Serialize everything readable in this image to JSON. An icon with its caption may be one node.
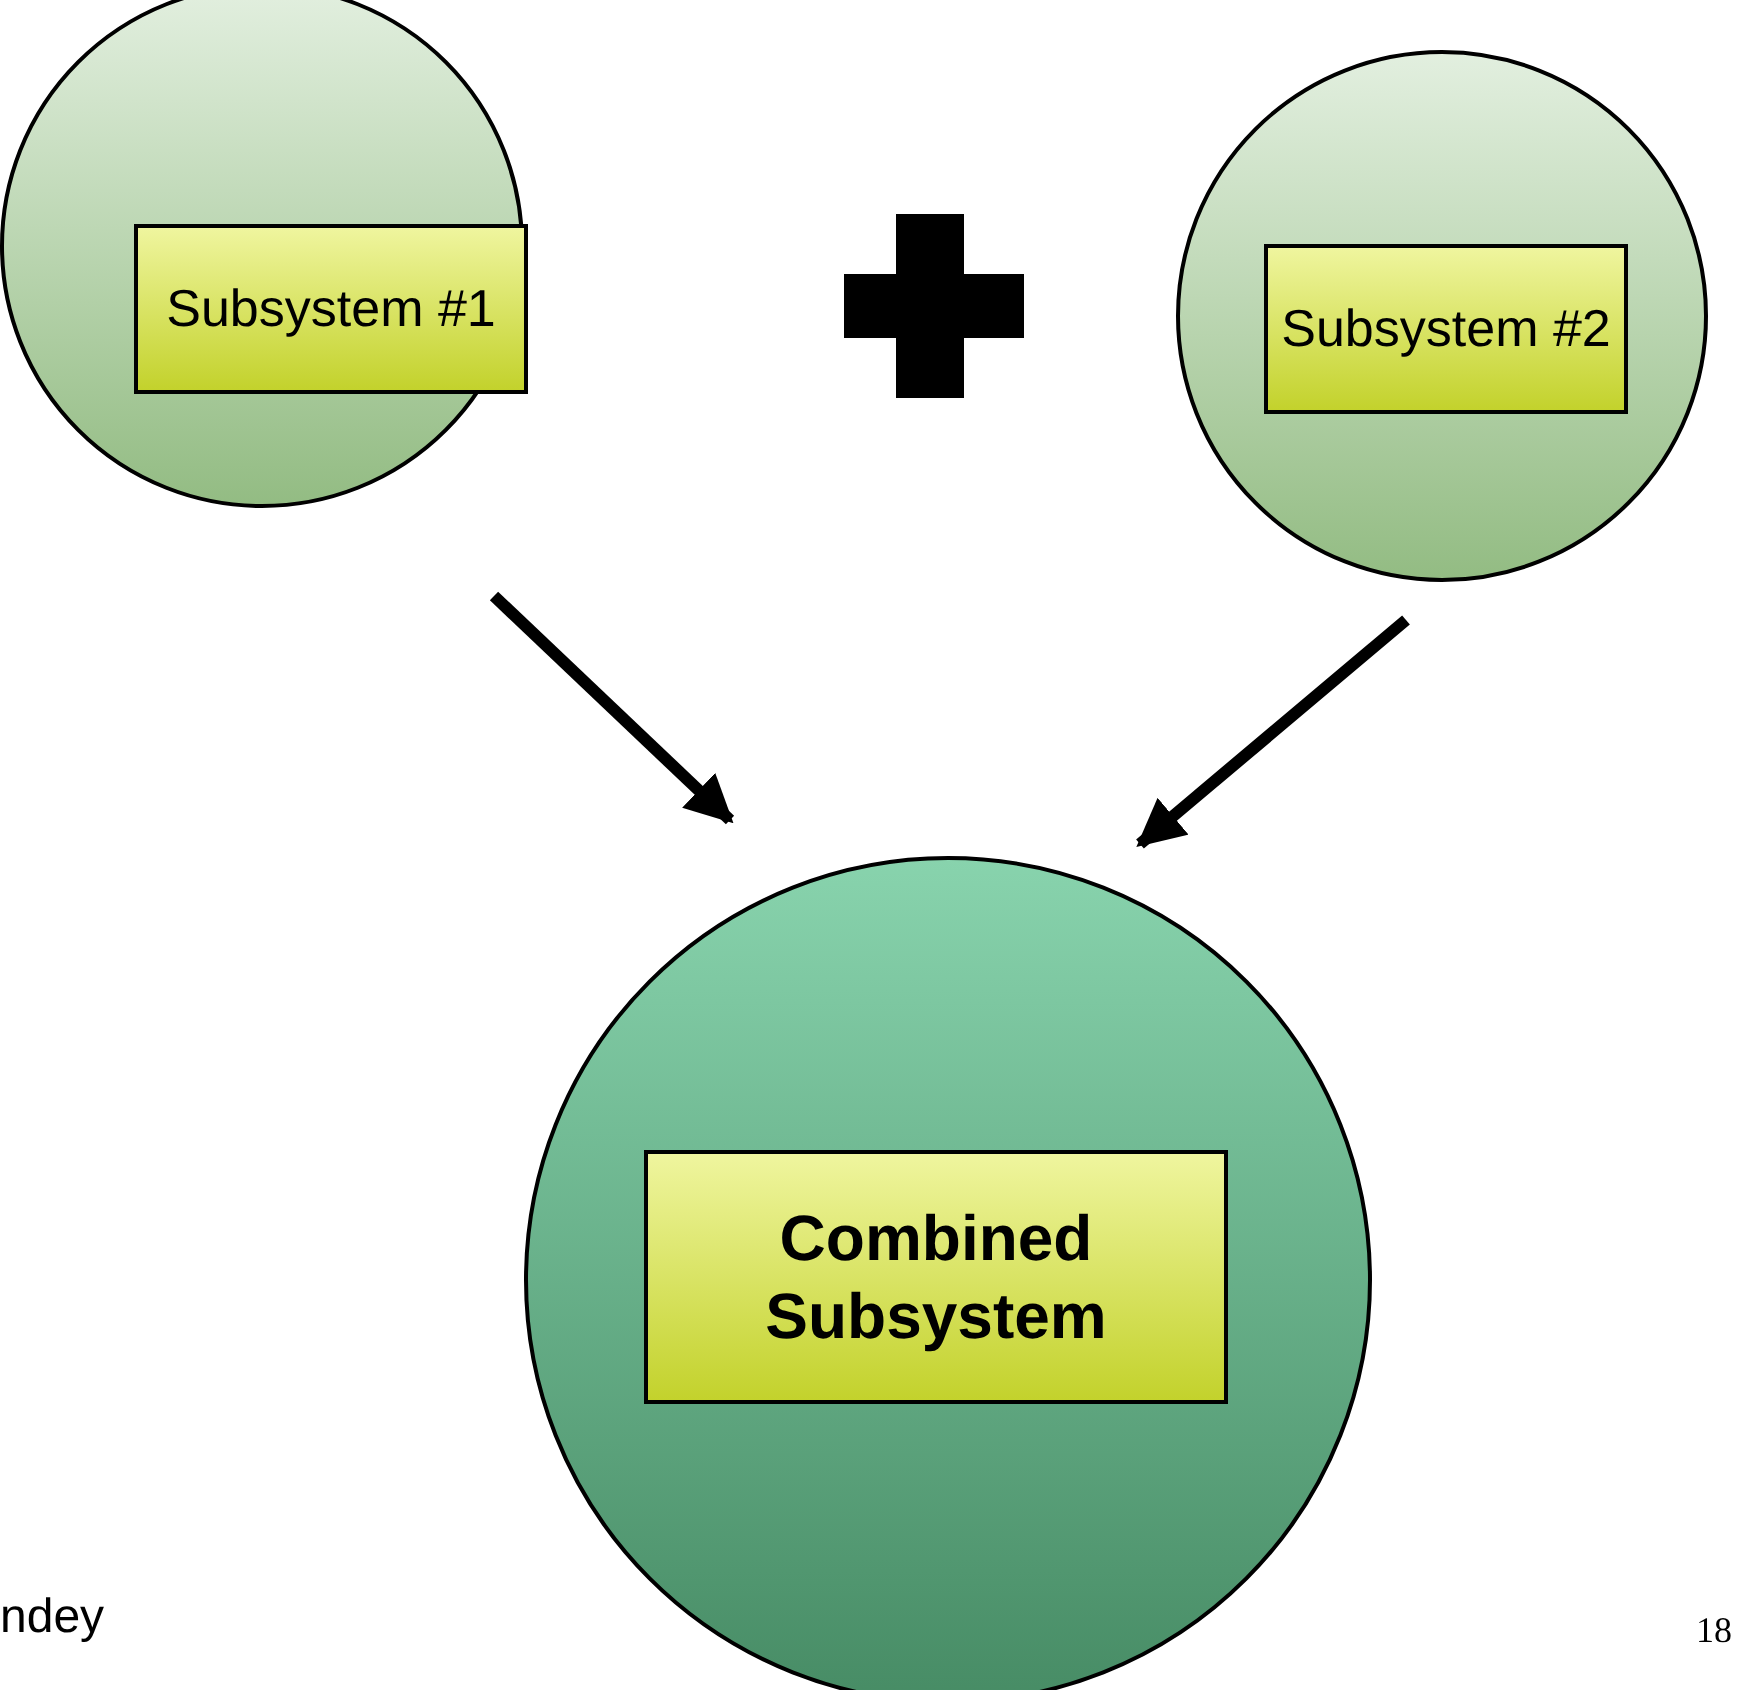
{
  "diagram": {
    "nodes": [
      {
        "text": [],
        "shape": "circle"
      },
      {
        "text": [
          "Subsystem #1"
        ],
        "in": 0
      },
      {
        "text": [],
        "shape": "circle"
      },
      {
        "text": [
          "Subsystem #2"
        ],
        "in": 2
      },
      {
        "text": [],
        "shape": "circle"
      },
      {
        "text": [
          "Combined Subsystem"
        ],
        "in": 4
      }
    ],
    "edges": [
      {
        "from": 0,
        "to": 4,
        "arrow": "to"
      },
      {
        "from": 2,
        "to": 4,
        "arrow": "to"
      }
    ],
    "labels": [
      "ndey",
      "18"
    ]
  }
}
